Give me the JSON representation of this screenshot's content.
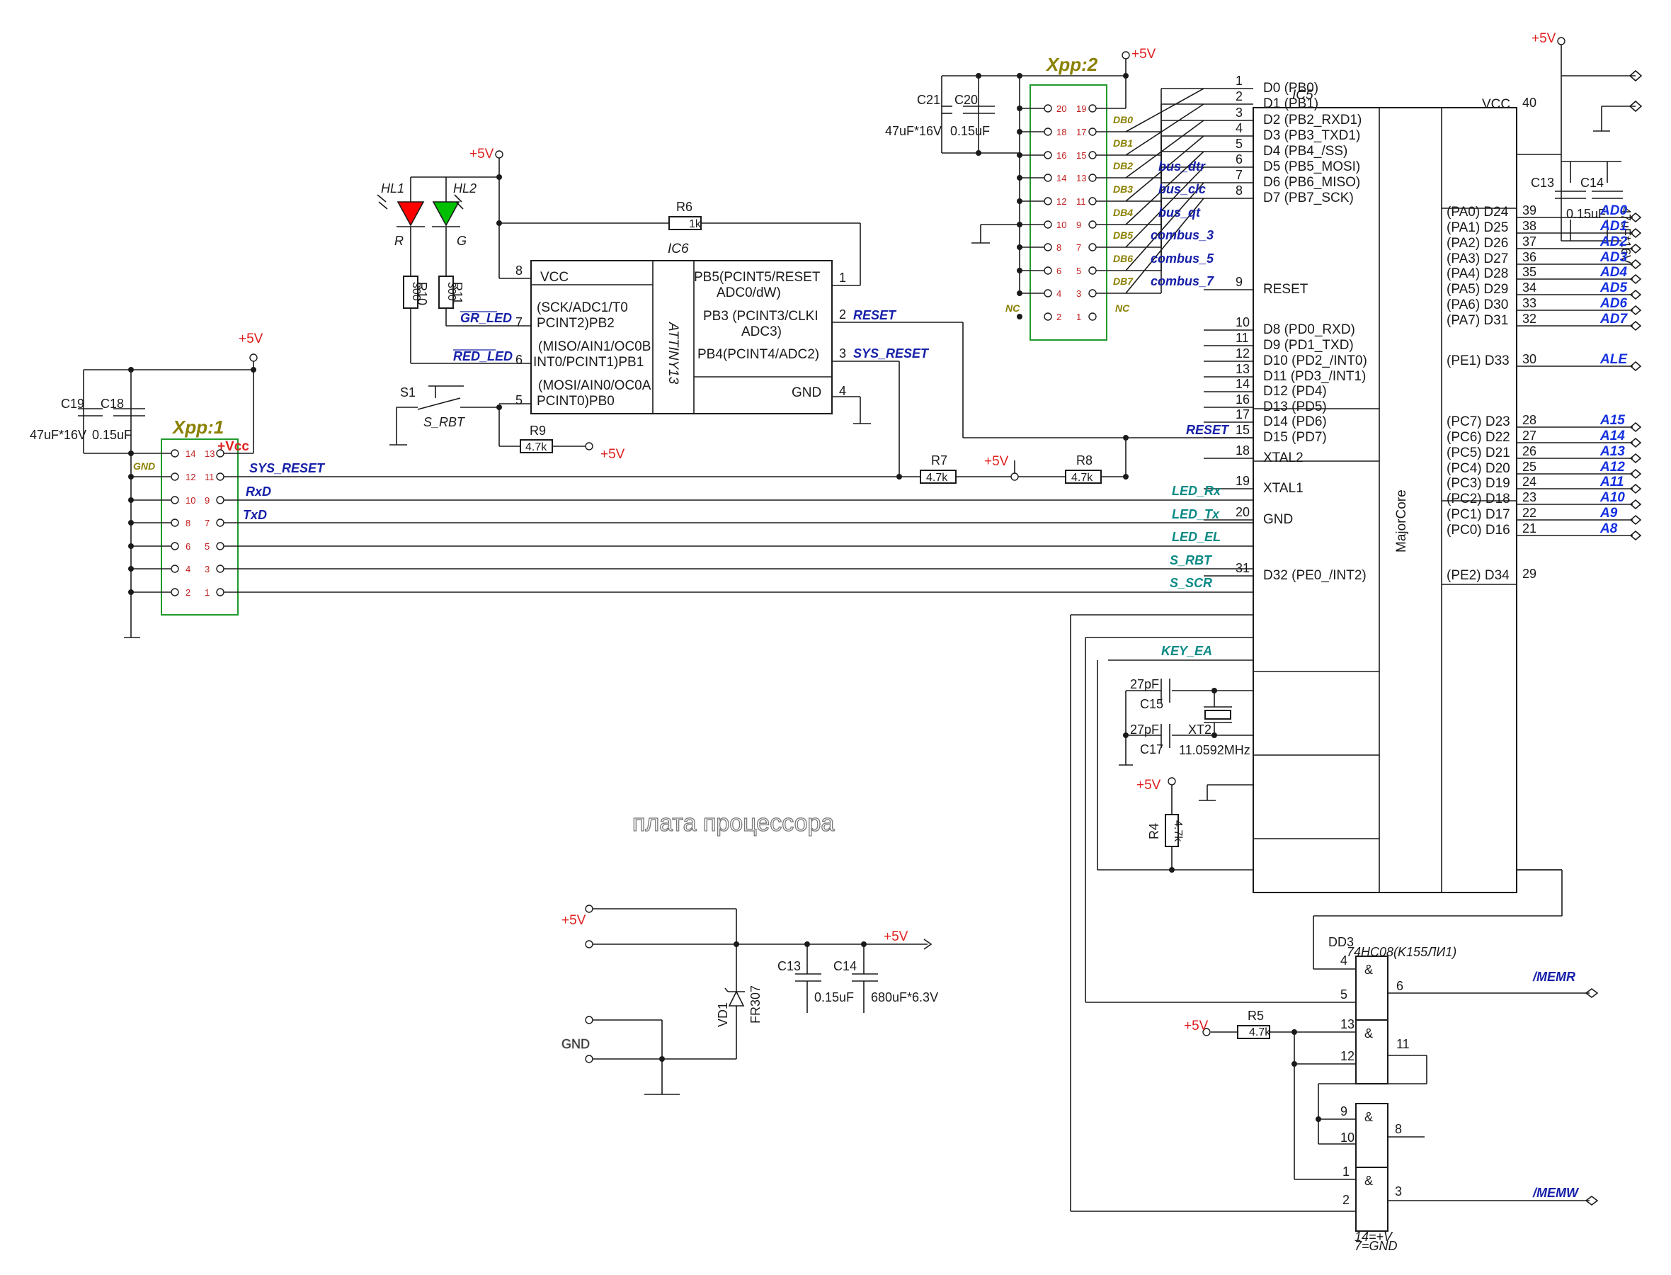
{
  "title": "плата процессора",
  "colors": {
    "led_red": "#ff0000",
    "led_green": "#00c000",
    "connector_outline": "#1f9a2a",
    "net_blue": "#1430e0",
    "net_teal": "#0a8a86",
    "power_red": "#e02020"
  },
  "supply": "+5V",
  "gnd_label": "GND",
  "ic5": {
    "ref": "IC5",
    "name": "MajorCore",
    "left_pins": [
      {
        "num": "1",
        "label": "D0 (PB0)"
      },
      {
        "num": "2",
        "label": "D1 (PB1)"
      },
      {
        "num": "3",
        "label": "D2 (PB2_RXD1)"
      },
      {
        "num": "4",
        "label": "D3 (PB3_TXD1)"
      },
      {
        "num": "5",
        "label": "D4 (PB4_/SS)"
      },
      {
        "num": "6",
        "label": "D5 (PB5_MOSI)"
      },
      {
        "num": "7",
        "label": "D6 (PB6_MISO)"
      },
      {
        "num": "8",
        "label": "D7 (PB7_SCK)"
      },
      {
        "num": "9",
        "label": "RESET"
      },
      {
        "num": "10",
        "label": "D8 (PD0_RXD)"
      },
      {
        "num": "11",
        "label": "D9 (PD1_TXD)"
      },
      {
        "num": "12",
        "label": "D10 (PD2_/INT0)"
      },
      {
        "num": "13",
        "label": "D11 (PD3_/INT1)"
      },
      {
        "num": "14",
        "label": "D12 (PD4)"
      },
      {
        "num": "16",
        "label": "D13 (PD5)"
      },
      {
        "num": "17",
        "label": "D14 (PD6)"
      },
      {
        "num": "15",
        "label": "D15 (PD7)"
      },
      {
        "num": "18",
        "label": "XTAL2"
      },
      {
        "num": "19",
        "label": "XTAL1"
      },
      {
        "num": "20",
        "label": "GND"
      },
      {
        "num": "31",
        "label": "D32 (PE0_/INT2)"
      }
    ],
    "right_pins": [
      {
        "num": "40",
        "label": "VCC",
        "net": ""
      },
      {
        "num": "39",
        "label": "(PA0) D24",
        "net": "AD0"
      },
      {
        "num": "38",
        "label": "(PA1) D25",
        "net": "AD1"
      },
      {
        "num": "37",
        "label": "(PA2) D26",
        "net": "AD2"
      },
      {
        "num": "36",
        "label": "(PA3) D27",
        "net": "AD3"
      },
      {
        "num": "35",
        "label": "(PA4) D28",
        "net": "AD4"
      },
      {
        "num": "34",
        "label": "(PA5) D29",
        "net": "AD5"
      },
      {
        "num": "33",
        "label": "(PA6) D30",
        "net": "AD6"
      },
      {
        "num": "32",
        "label": "(PA7) D31",
        "net": "AD7"
      },
      {
        "num": "30",
        "label": "(PE1) D33",
        "net": "ALE"
      },
      {
        "num": "28",
        "label": "(PC7) D23",
        "net": "A15"
      },
      {
        "num": "27",
        "label": "(PC6) D22",
        "net": "A14"
      },
      {
        "num": "26",
        "label": "(PC5) D21",
        "net": "A13"
      },
      {
        "num": "25",
        "label": "(PC4) D20",
        "net": "A12"
      },
      {
        "num": "24",
        "label": "(PC3) D19",
        "net": "A11"
      },
      {
        "num": "23",
        "label": "(PC2) D18",
        "net": "A10"
      },
      {
        "num": "22",
        "label": "(PC1) D17",
        "net": "A9"
      },
      {
        "num": "21",
        "label": "(PC0) D16",
        "net": "A8"
      },
      {
        "num": "29",
        "label": "(PE2) D34",
        "net": ""
      }
    ]
  },
  "ic6": {
    "ref": "IC6",
    "name": "ATTINY13",
    "pin8": "VCC",
    "pin7": [
      "(SCK/ADC1/T0",
      "PCINT2)PB2"
    ],
    "pin6": [
      "(MISO/AIN1/OC0B",
      "INT0/PCINT1)PB1"
    ],
    "pin5": [
      "(MOSI/AIN0/OC0A",
      "PCINT0)PB0"
    ],
    "pin1": [
      "PB5(PCINT5/RESET",
      "ADC0/dW)"
    ],
    "pin2": [
      "PB3 (PCINT3/CLKI",
      "ADC3)"
    ],
    "pin3": "PB4(PCINT4/ADC2)",
    "pin4": "GND",
    "pin_numbers": [
      "8",
      "7",
      "6",
      "5",
      "1",
      "2",
      "3",
      "4"
    ]
  },
  "nets": {
    "gr_led": "GR_LED",
    "red_led": "RED_LED",
    "reset": "RESET",
    "sys_reset": "SYS_RESET",
    "rxd": "RxD",
    "txd": "TxD",
    "led_rx": "LED_Rx",
    "led_tx": "LED_Tx",
    "led_el": "LED_EL",
    "s_rbt": "S_RBT",
    "s_scr": "S_SCR",
    "key_ea": "KEY_EA",
    "bus_dtr": "bus_dtr",
    "bus_clc": "bus_clc",
    "bus_qt": "bus_qt",
    "combus_3": "combus_3",
    "combus_5": "combus_5",
    "combus_7": "combus_7",
    "memr": "/MEMR",
    "memw": "/MEMW"
  },
  "xpp1": {
    "ref": "Xpp:1",
    "vcc": "+Vcc",
    "gnd": "GND",
    "left": [
      "14",
      "12",
      "10",
      "8",
      "6",
      "4",
      "2"
    ],
    "right": [
      "13",
      "11",
      "9",
      "7",
      "5",
      "3",
      "1"
    ]
  },
  "xpp2": {
    "ref": "Xpp:2",
    "nc": "NC",
    "left": [
      "20",
      "18",
      "16",
      "14",
      "12",
      "10",
      "8",
      "6",
      "4",
      "2"
    ],
    "right": [
      "19",
      "17",
      "15",
      "13",
      "11",
      "9",
      "7",
      "5",
      "3",
      "1"
    ],
    "db": [
      "DB0",
      "DB1",
      "DB2",
      "DB3",
      "DB4",
      "DB5",
      "DB6",
      "DB7"
    ]
  },
  "components": {
    "hl1": "HL1",
    "hl2": "HL2",
    "hl1_color": "R",
    "hl2_color": "G",
    "r10": "R10",
    "r10_val": "300",
    "r11": "R11",
    "r11_val": "300",
    "r6": "R6",
    "r6_val": "1k",
    "r9": "R9",
    "r9_val": "4.7k",
    "r7": "R7",
    "r7_val": "4.7k",
    "r8": "R8",
    "r8_val": "4.7k",
    "r4": "R4",
    "r4_val": "4.7k",
    "r5": "R5",
    "r5_val": "4.7k",
    "s1": "S1",
    "s1_net": "S_RBT",
    "c19": "C19",
    "c19_val": "47uF*16V",
    "c18": "C18",
    "c18_val": "0.15uF",
    "c21": "C21",
    "c21_val": "47uF*16V",
    "c20": "C20",
    "c20_val": "0.15uF",
    "c13a": "C13",
    "c14a": "C14",
    "c13a_val": "0.15uF",
    "c14a_val": "47uF*16V",
    "c15": "C15",
    "c15_val": "27pF",
    "c17": "C17",
    "c17_val": "27pF",
    "xt2": "XT2",
    "xt2_val": "11.0592MHz",
    "c13b": "C13",
    "c13b_val": "0.15uF",
    "c14b": "C14",
    "c14b_val": "680uF*6.3V",
    "vd1": "VD1",
    "vd1_val": "FR307"
  },
  "dd3": {
    "ref": "DD3",
    "type": "74HC08(K155ЛИ1)",
    "gate": "&",
    "power_note": [
      "14=+V",
      "7=GND"
    ],
    "pins": {
      "g1_in": [
        "4",
        "5"
      ],
      "g1_out": "6",
      "g2_in": [
        "13",
        "12"
      ],
      "g2_out": "11",
      "g3_in": [
        "9",
        "10"
      ],
      "g3_out": "8",
      "g4_in": [
        "1",
        "2"
      ],
      "g4_out": "3"
    }
  }
}
